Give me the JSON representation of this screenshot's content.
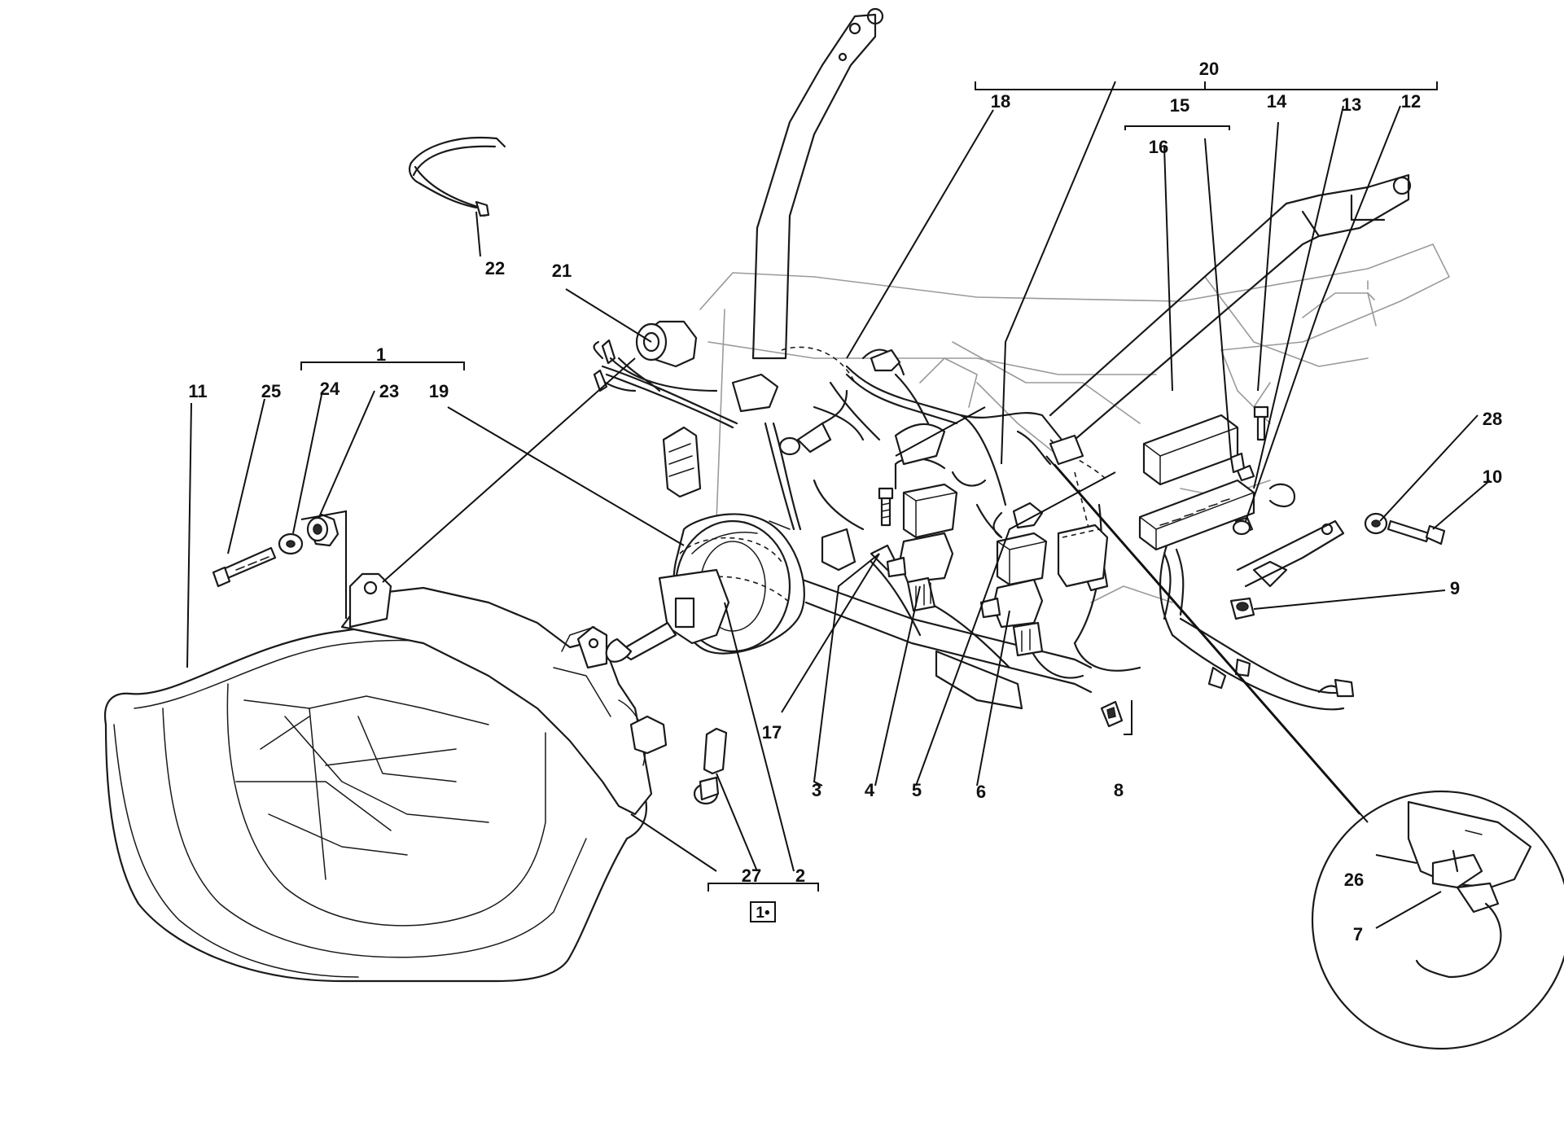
{
  "labels": {
    "l1": "1",
    "l2": "2",
    "l3": "3",
    "l4": "4",
    "l5": "5",
    "l6": "6",
    "l7": "7",
    "l8": "8",
    "l9": "9",
    "l10": "10",
    "l11": "11",
    "l12": "12",
    "l13": "13",
    "l14": "14",
    "l15": "15",
    "l16": "16",
    "l17": "17",
    "l18": "18",
    "l19": "19",
    "l20": "20",
    "l21": "21",
    "l22": "22",
    "l23": "23",
    "l24": "24",
    "l25": "25",
    "l26": "26",
    "l27": "27",
    "l28": "28"
  },
  "boxed_label": "1•"
}
